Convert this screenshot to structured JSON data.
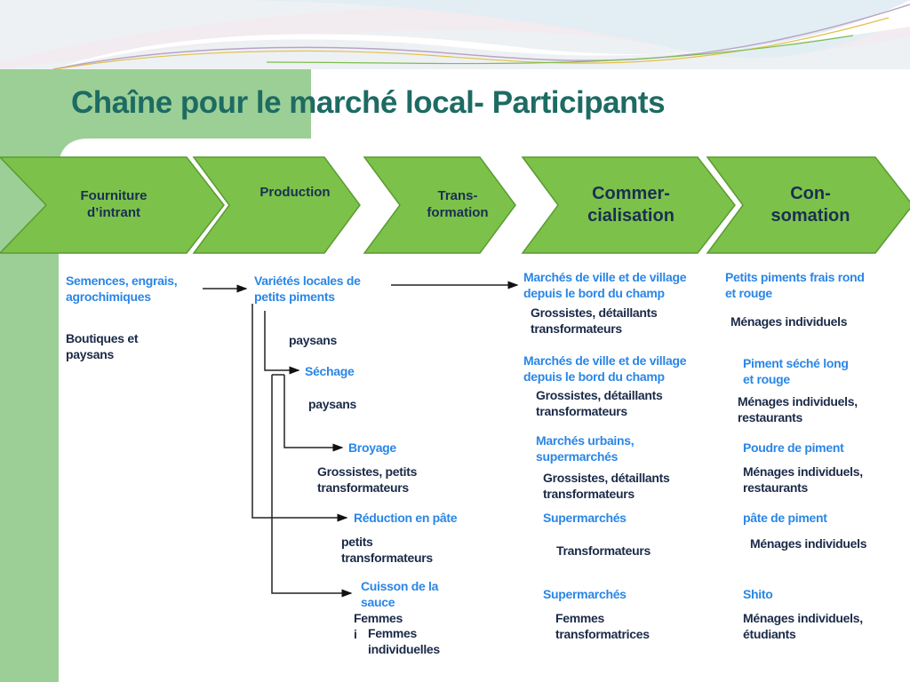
{
  "title": "Chaîne pour le marché local- Participants",
  "colors": {
    "chevron": "#7cc24a",
    "chevron_border": "#5a9b32",
    "title": "#1d6b63",
    "blue_text": "#2a86e6",
    "dark_text": "#1b2a48",
    "side_panel": "#9ccf96"
  },
  "stages": [
    {
      "line1": "Fourniture",
      "line2": "d’intrant"
    },
    {
      "line1": "Production",
      "line2": ""
    },
    {
      "line1": "Trans-",
      "line2": "formation"
    },
    {
      "line1": "Commer-",
      "line2": "cialisation"
    },
    {
      "line1": "Con-",
      "line2": "somation"
    }
  ],
  "col1": [
    {
      "l1": "Semences, engrais,",
      "l2": "agrochimiques"
    },
    {
      "l1": "Boutiques et",
      "l2": "paysans"
    }
  ],
  "col2": [
    {
      "l1": "Variétés locales de",
      "l2": "petits piments"
    },
    {
      "l1": "paysans"
    },
    {
      "l1": "Séchage"
    },
    {
      "l1": "paysans"
    },
    {
      "l1": "Broyage"
    },
    {
      "l1": "Grossistes, petits",
      "l2": "transformateurs"
    },
    {
      "l1": "Réduction en pâte"
    },
    {
      "l1": "petits",
      "l2": "transformateurs"
    },
    {
      "l1": "Cuisson de la",
      "l2": "sauce"
    },
    {
      "l1": "Femmes",
      "l2": "i"
    },
    {
      "l1": "Femmes",
      "l2": "individuelles"
    }
  ],
  "col3": [
    {
      "l1": "Marchés de ville et de village",
      "l2": "depuis le bord du champ"
    },
    {
      "l1": "Grossistes, détaillants",
      "l2": "transformateurs"
    },
    {
      "l1": "Marchés de ville et de village",
      "l2": "depuis le bord du champ"
    },
    {
      "l1": "Grossistes, détaillants",
      "l2": "transformateurs"
    },
    {
      "l1": "Marchés urbains,",
      "l2": "supermarchés"
    },
    {
      "l1": "Grossistes, détaillants",
      "l2": "transformateurs"
    },
    {
      "l1": "Supermarchés"
    },
    {
      "l1": "Transformateurs"
    },
    {
      "l1": "Supermarchés"
    },
    {
      "l1": "Femmes",
      "l2": "transformatrices"
    }
  ],
  "col4": [
    {
      "l1": "Petits piments  frais rond",
      "l2": "et rouge"
    },
    {
      "l1": "Ménages individuels"
    },
    {
      "l1": "Piment séché long",
      "l2": "et rouge"
    },
    {
      "l1": "Ménages individuels,",
      "l2": "restaurants"
    },
    {
      "l1": "Poudre de piment"
    },
    {
      "l1": "Ménages individuels,",
      "l2": "restaurants"
    },
    {
      "l1": "pâte de piment"
    },
    {
      "l1": "Ménages individuels"
    },
    {
      "l1": "Shito"
    },
    {
      "l1": "Ménages individuels,",
      "l2": "étudiants"
    }
  ]
}
